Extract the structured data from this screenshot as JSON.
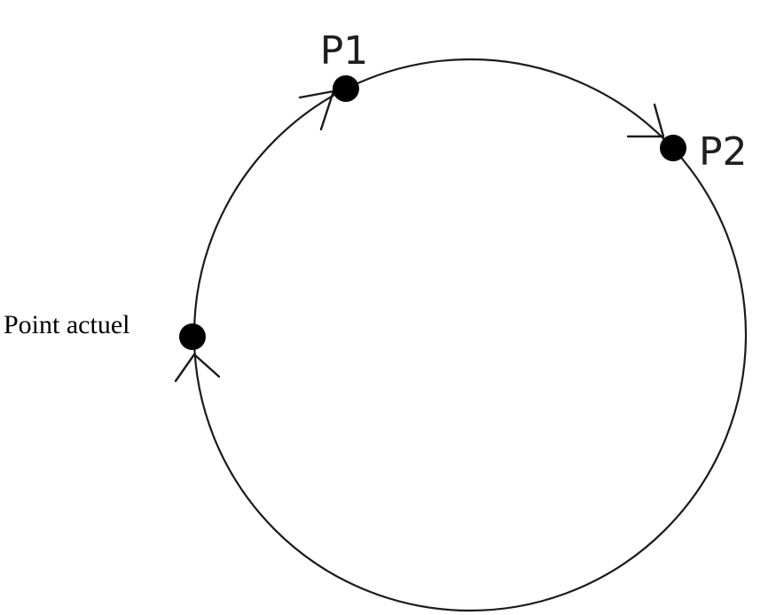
{
  "diagram": {
    "labels": {
      "current_point": "Point actuel",
      "p1": "P1",
      "p2": "P2"
    },
    "colors": {
      "stroke": "#1a1a1a",
      "point": "#000000",
      "background": "#ffffff"
    }
  }
}
